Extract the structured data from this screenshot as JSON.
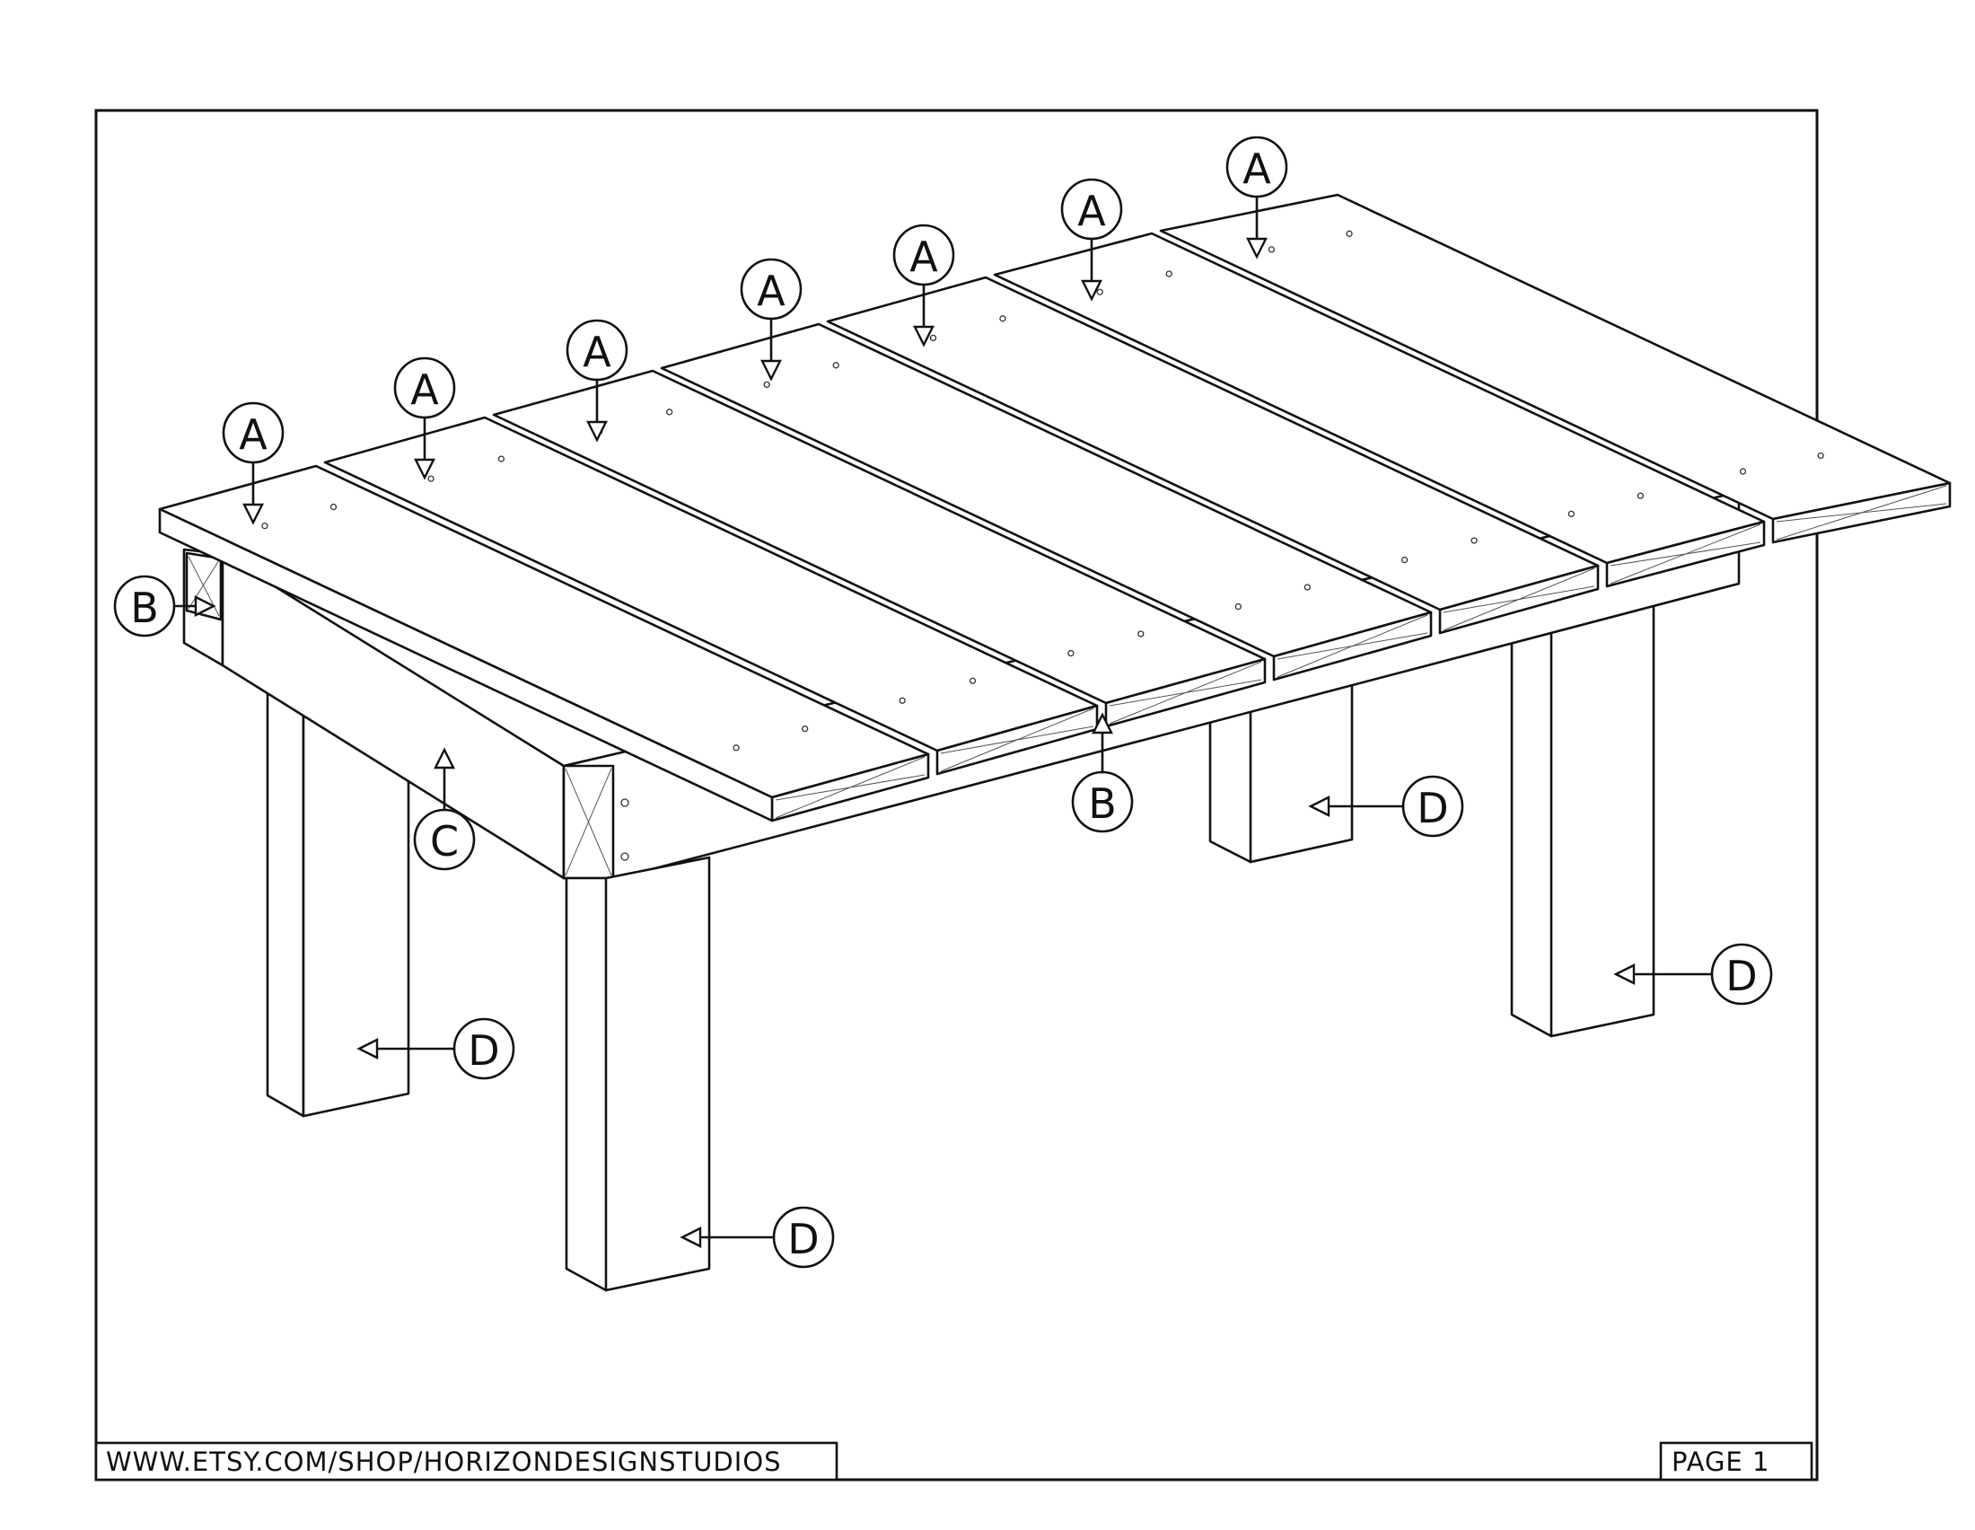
{
  "footer": {
    "url": "WWW.ETSY.COM/SHOP/HORIZONDESIGNSTUDIOS",
    "page": "PAGE 1"
  },
  "callouts": {
    "a": "A",
    "b": "B",
    "c": "C",
    "d": "D"
  }
}
